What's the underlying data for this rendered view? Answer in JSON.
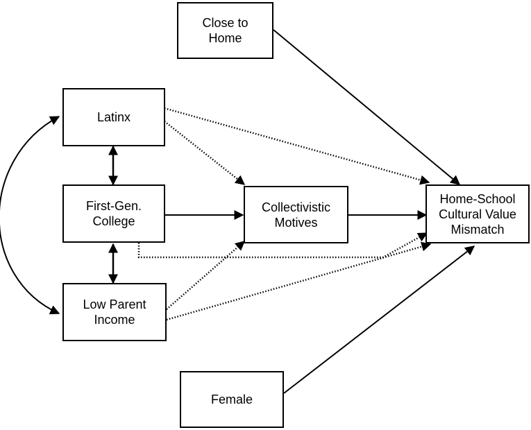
{
  "nodes": {
    "close_to_home": "Close to\nHome",
    "latinx": "Latinx",
    "first_gen_college": "First-Gen.\nCollege",
    "collectivistic_motives": "Collectivistic\nMotives",
    "home_school_mismatch": "Home-School\nCultural Value\nMismatch",
    "low_parent_income": "Low Parent\nIncome",
    "female": "Female"
  },
  "edges": [
    {
      "from": "close_to_home",
      "to": "home_school_mismatch",
      "style": "solid",
      "direction": "forward"
    },
    {
      "from": "latinx",
      "to": "home_school_mismatch",
      "style": "dotted",
      "direction": "forward"
    },
    {
      "from": "latinx",
      "to": "collectivistic_motives",
      "style": "dotted",
      "direction": "forward"
    },
    {
      "from": "latinx",
      "to": "first_gen_college",
      "style": "solid",
      "direction": "both"
    },
    {
      "from": "first_gen_college",
      "to": "collectivistic_motives",
      "style": "solid",
      "direction": "forward"
    },
    {
      "from": "first_gen_college",
      "to": "home_school_mismatch",
      "style": "dotted",
      "direction": "forward"
    },
    {
      "from": "first_gen_college",
      "to": "low_parent_income",
      "style": "solid",
      "direction": "both"
    },
    {
      "from": "collectivistic_motives",
      "to": "home_school_mismatch",
      "style": "solid",
      "direction": "forward"
    },
    {
      "from": "low_parent_income",
      "to": "collectivistic_motives",
      "style": "dotted",
      "direction": "forward"
    },
    {
      "from": "low_parent_income",
      "to": "home_school_mismatch",
      "style": "dotted",
      "direction": "forward"
    },
    {
      "from": "latinx",
      "to": "low_parent_income",
      "style": "solid",
      "direction": "both"
    },
    {
      "from": "female",
      "to": "home_school_mismatch",
      "style": "solid",
      "direction": "forward"
    }
  ],
  "colors": {
    "stroke": "#000000",
    "background": "#ffffff"
  }
}
